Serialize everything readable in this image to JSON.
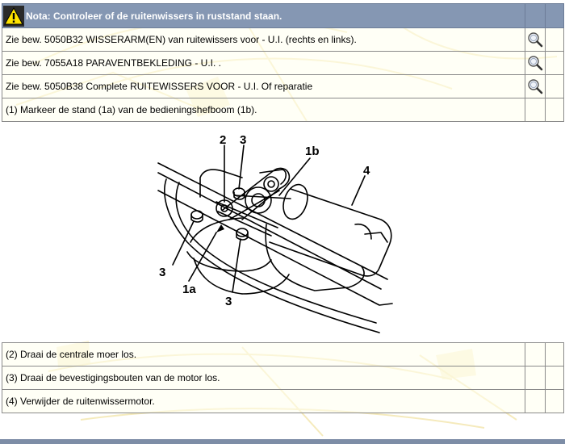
{
  "nota": {
    "text": "Nota: Controleer of de ruitenwissers in ruststand staan.",
    "icon": "warning-triangle-icon"
  },
  "references": [
    {
      "text": "Zie bew. 5050B32 WISSERARM(EN) van ruitewissers voor - U.I. (rechts en links).",
      "icon": "magnifier-icon"
    },
    {
      "text": "Zie bew. 7055A18 PARAVENTBEKLEDING - U.I. .",
      "icon": "magnifier-icon"
    },
    {
      "text": "Zie bew. 5050B38 Complete RUITEWISSERS VOOR - U.I. Of reparatie",
      "icon": "magnifier-icon"
    }
  ],
  "steps_top": [
    {
      "text": "(1) Markeer de stand (1a) van de bedieningshefboom (1b)."
    }
  ],
  "figure": {
    "callouts": {
      "c2": "2",
      "c3_top": "3",
      "c1b": "1b",
      "c4": "4",
      "c3_left": "3",
      "c1a": "1a",
      "c3_bottom": "3"
    }
  },
  "steps_bottom": [
    {
      "text": "(2) Draai de centrale moer los."
    },
    {
      "text": "(3) Draai de bevestigingsbouten van de motor los."
    },
    {
      "text": "(4) Verwijder de ruitenwissermotor."
    }
  ],
  "colors": {
    "header_bg": "#8597b3",
    "row_bg": "#ffffee",
    "warning_yellow": "#ffe400",
    "watermark": "#f4e6a6"
  }
}
